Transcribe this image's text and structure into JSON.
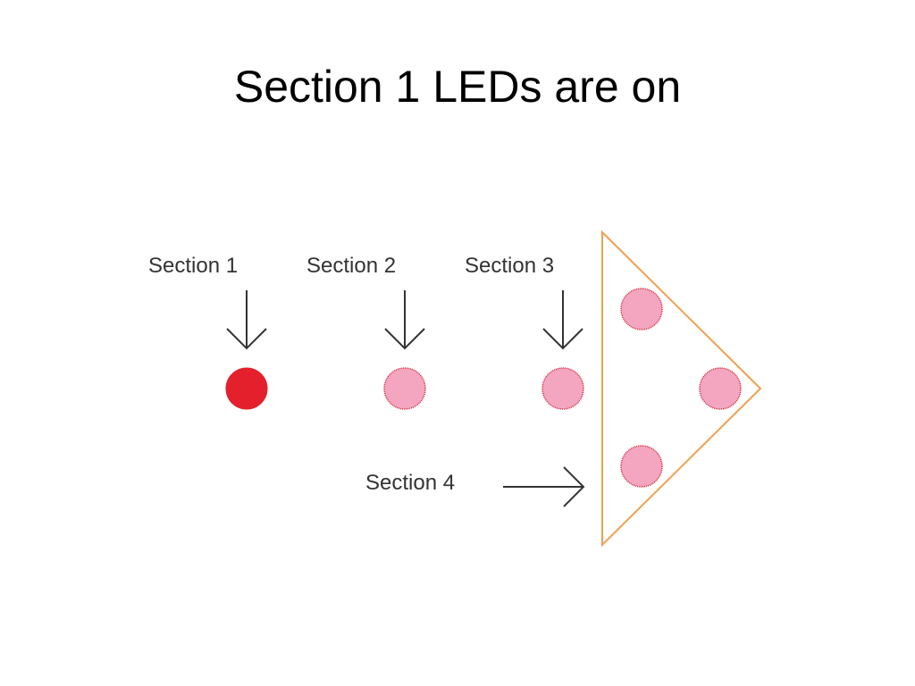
{
  "slide": {
    "title": "Section 1 LEDs are on"
  },
  "colors": {
    "led_on": "#e3202b",
    "led_off_fill": "#f4a6c1",
    "led_off_stroke": "#d0293a",
    "triangle_stroke": "#f0a050",
    "label_text": "#333333",
    "arrow": "#333333"
  },
  "diagram": {
    "sections": [
      {
        "label": "Section 1",
        "state": "on"
      },
      {
        "label": "Section 2",
        "state": "off"
      },
      {
        "label": "Section 3",
        "state": "off"
      },
      {
        "label": "Section 4",
        "state": "off"
      }
    ],
    "triangle_led_count": 3
  }
}
